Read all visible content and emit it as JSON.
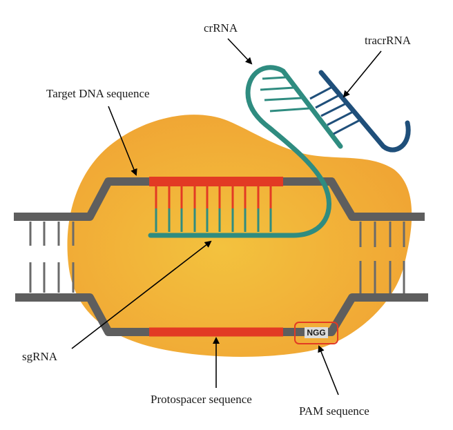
{
  "labels": {
    "crrna": "crRNA",
    "tracrrna": "tracrRNA",
    "target_dna": "Target DNA sequence",
    "sgrna": "sgRNA",
    "protospacer": "Protospacer sequence",
    "pam": "PAM sequence",
    "ngg": "NGG"
  },
  "colors": {
    "cas9_body": "#F2A733",
    "cas9_center": "#F3C23E",
    "dna_strand": "#5E5E5E",
    "target_segment": "#E23A24",
    "guide_rna": "#2F8C80",
    "tracrrna": "#1F4F7A",
    "pam_box": "#E23A24"
  },
  "icons": [
    "arrow-icon"
  ]
}
